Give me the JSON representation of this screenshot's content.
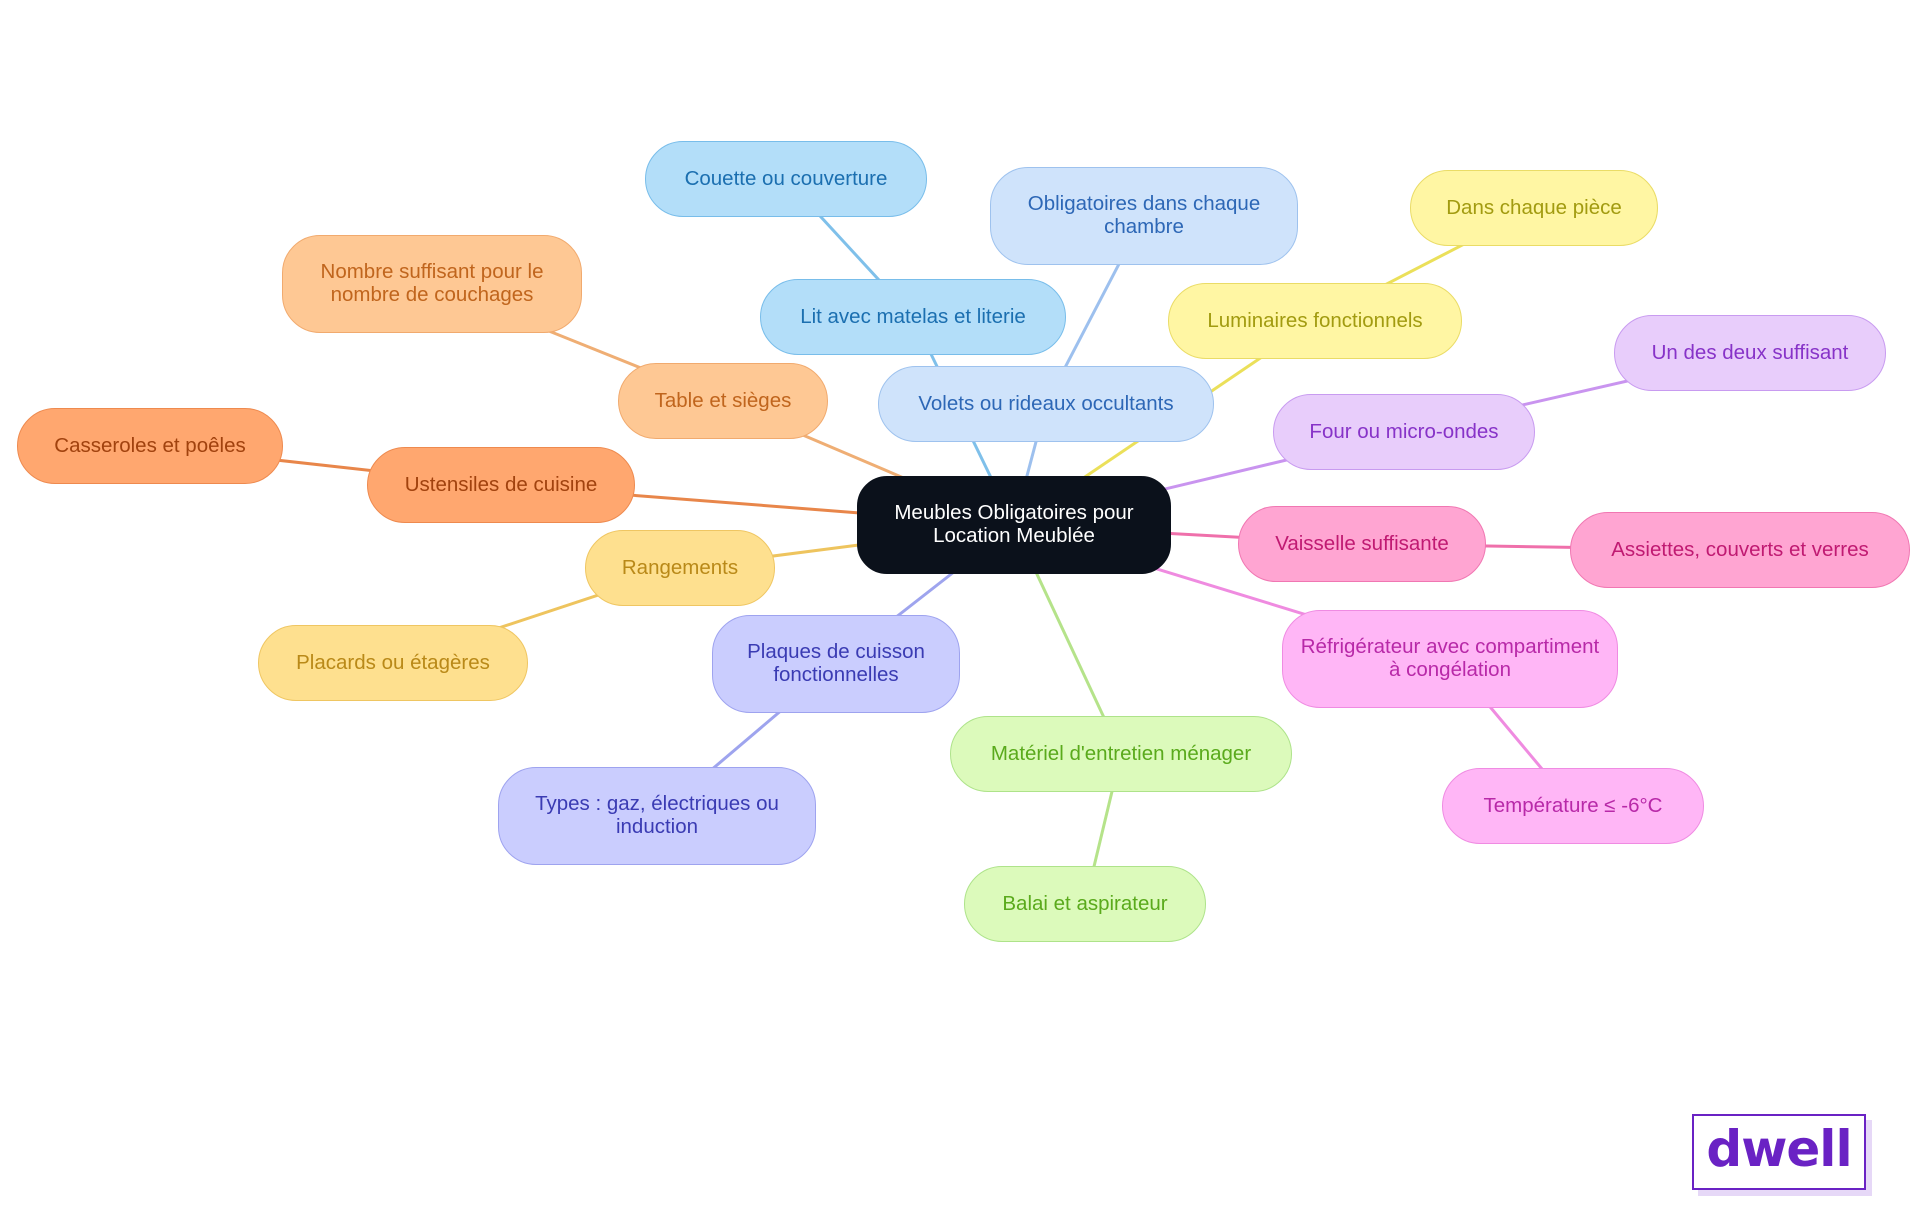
{
  "diagram": {
    "root": {
      "label": "Meubles Obligatoires pour Location Meublée"
    },
    "branches": [
      {
        "id": "lit",
        "label": "Lit avec matelas et literie",
        "color": "#7fc0ea",
        "children": [
          {
            "id": "lit-1",
            "label": "Couette ou couverture"
          }
        ]
      },
      {
        "id": "volets",
        "label": "Volets ou rideaux occultants",
        "color": "#9dc0ee",
        "children": [
          {
            "id": "volets-1",
            "label": "Obligatoires dans chaque chambre"
          }
        ]
      },
      {
        "id": "lum",
        "label": "Luminaires fonctionnels",
        "color": "#ebe05a",
        "children": [
          {
            "id": "lum-1",
            "label": "Dans chaque pièce"
          }
        ]
      },
      {
        "id": "four",
        "label": "Four ou micro-ondes",
        "color": "#c994ef",
        "children": [
          {
            "id": "four-1",
            "label": "Un des deux suffisant"
          }
        ]
      },
      {
        "id": "vaiss",
        "label": "Vaisselle suffisante",
        "color": "#ef70ab",
        "children": [
          {
            "id": "vaiss-1",
            "label": "Assiettes, couverts et verres"
          }
        ]
      },
      {
        "id": "frigo",
        "label": "Réfrigérateur avec compartiment à congélation",
        "color": "#ef8be0",
        "children": [
          {
            "id": "frigo-1",
            "label": "Température ≤ -6°C"
          }
        ]
      },
      {
        "id": "menage",
        "label": "Matériel d'entretien ménager",
        "color": "#b5e38a",
        "children": [
          {
            "id": "menage-1",
            "label": "Balai et aspirateur"
          }
        ]
      },
      {
        "id": "plaques",
        "label": "Plaques de cuisson fonctionnelles",
        "color": "#9ea4ee",
        "children": [
          {
            "id": "plaques-1",
            "label": "Types : gaz, électriques ou induction"
          }
        ]
      },
      {
        "id": "range",
        "label": "Rangements",
        "color": "#eec45e",
        "children": [
          {
            "id": "range-1",
            "label": "Placards ou étagères"
          }
        ]
      },
      {
        "id": "ustens",
        "label": "Ustensiles de cuisine",
        "color": "#e8864a",
        "children": [
          {
            "id": "ustens-1",
            "label": "Casseroles et poêles"
          }
        ]
      },
      {
        "id": "table",
        "label": "Table et sièges",
        "color": "#efae74",
        "children": [
          {
            "id": "table-1",
            "label": "Nombre suffisant pour le nombre de couchages"
          }
        ]
      }
    ]
  },
  "brand": {
    "logo_text": "dwell"
  }
}
